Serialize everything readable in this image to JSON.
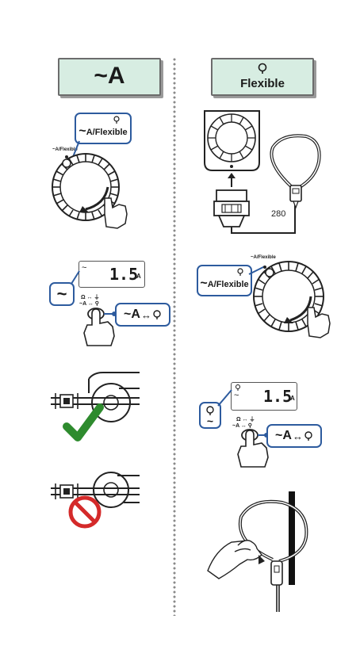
{
  "left_column": {
    "header": {
      "symbol": "~",
      "unit": "A"
    },
    "step1_callout": {
      "ac_symbol": "~",
      "text": "A/Flexible"
    },
    "step1_dial_label": "~A/Flexible",
    "step2_lcd": {
      "mode_symbol": "~",
      "value": "1.5",
      "unit": "A"
    },
    "step2_ac_callout": "~",
    "step2_button_labels": {
      "line1": "Ω ↔ ⏚",
      "line2": "~A ↔ ⚲"
    },
    "step2_callout": {
      "ac_symbol": "~",
      "text": "A",
      "arrow": "↔"
    }
  },
  "right_column": {
    "header": {
      "text": "Flexible"
    },
    "probe_number": "280",
    "step2_callout": {
      "ac_symbol": "~",
      "text": "A/Flexible"
    },
    "step2_dial_label": "~A/Flexible",
    "step3_lcd": {
      "mode_symbol": "~",
      "value": "1.5",
      "unit": "A"
    },
    "step3_button_labels": {
      "line1": "Ω ↔ ⏚",
      "line2": "~A ↔ ⚲"
    },
    "step3_callout": {
      "ac_symbol": "~",
      "text": "A",
      "arrow": "↔"
    }
  },
  "colors": {
    "header_fill": "#d7ede2",
    "callout_border": "#2d5b9e",
    "check_green": "#2e8b2e",
    "prohibit_red": "#d42a2a"
  },
  "icons": [
    "flexible-probe-icon",
    "finger-press-icon",
    "rotary-dial-icon",
    "checkmark-icon",
    "prohibited-icon",
    "clamp-jaw-icon"
  ]
}
